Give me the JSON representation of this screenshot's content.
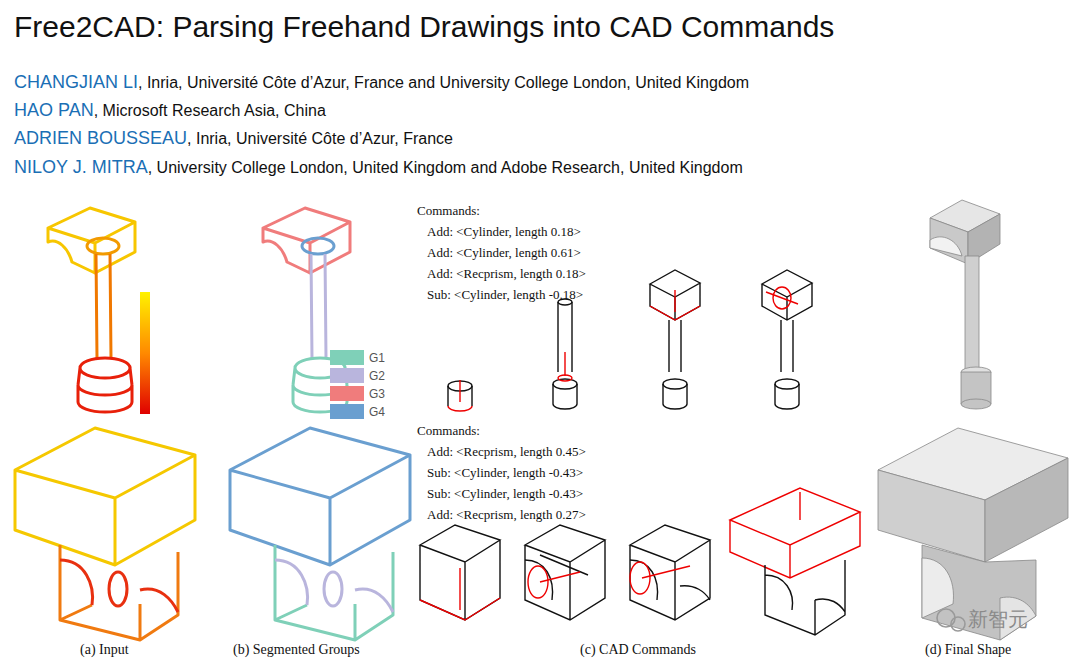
{
  "diagram": {
    "title": "Free2CAD: Parsing Freehand Drawings into CAD Commands",
    "labels": [
      "CHANGJIAN LI",
      ", Inria, Université Côte d’Azur, France and University College London, United Kingdom",
      "HAO PAN",
      ", Microsoft Research Asia, China",
      "ADRIEN BOUSSEAU",
      ", Inria, Université Côte d’Azur, France",
      "NILOY J. MITRA",
      ", University College London, United Kingdom and Adobe Research, United Kingdom",
      "Commands:",
      "Add: <Cylinder, length 0.18>",
      "Add: <Cylinder, length 0.61>",
      "Add: <Recprism, length 0.18>",
      "Sub: <Cylinder, length -0.18>",
      "Commands:",
      "Add: <Recprism, length 0.45>",
      "Sub: <Cylinder, length -0.43>",
      "Sub: <Cylinder, length -0.43>",
      "Add: <Recprism, length 0.27>",
      "(a) Input",
      "(b) Segmented Groups",
      "(c) CAD Commands",
      "(d) Final Shape",
      "新智元"
    ],
    "legend": [
      {
        "text": "G1",
        "color": "#7fd0b8"
      },
      {
        "text": "G2",
        "color": "#b9b5dd"
      },
      {
        "text": "G3",
        "color": "#f07c7c"
      },
      {
        "text": "G4",
        "color": "#6a9fd0"
      }
    ]
  }
}
